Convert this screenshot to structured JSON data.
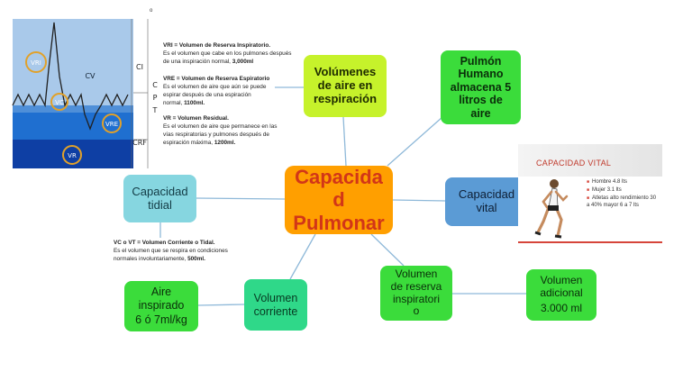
{
  "central": [
    "Capacida",
    "d",
    "Pulmonar"
  ],
  "nodes": {
    "volumenes": [
      "Volúmenes",
      "de aire en",
      "respiración"
    ],
    "pulmon": [
      "Pulmón",
      "Humano",
      "almacena 5",
      "litros de",
      "aire"
    ],
    "vital": [
      "Capacidad",
      "vital"
    ],
    "tidal": [
      "Capacidad",
      "tidial"
    ],
    "reserva": [
      "Volumen",
      "de reserva",
      "inspiratori",
      "o"
    ],
    "adicional": [
      "Volumen",
      "adicional",
      "3.000 ml"
    ],
    "corriente": [
      "Volumen",
      "corriente"
    ],
    "aire": [
      "Aire",
      "inspirado",
      "6 ó 7ml/kg"
    ]
  },
  "notes": {
    "vri": {
      "title": "VRI = Volumen de Reserva Inspiratorio.",
      "body": "Es el volumen que cabe en los pulmones después de una inspiración normal,",
      "value": "3,000ml"
    },
    "vre": {
      "title": "VRE = Volumen de Reserva Espiratorio",
      "body": "Es el volumen de aire que aún se puede espirar después de una espiración normal,",
      "value": "1100ml."
    },
    "vr": {
      "title": "VR = Volumen Residual.",
      "body": "Es el volumen de aire que permanece en las vías respiratorias y pulmones después de espiración máxima,",
      "value": "1200ml."
    },
    "vc": {
      "title": "VC o VT = Volumen Corriente o Tidal.",
      "body": "Es el volumen que se respira en condiciones normales involuntariamente,",
      "value": "500ml."
    }
  },
  "spirogram": {
    "labels": [
      "VRI",
      "VC",
      "VRE",
      "VR",
      "CV",
      "CI",
      "C",
      "P",
      "T",
      "CRF"
    ],
    "corner_mark": "o"
  },
  "capacidad_vital_image": {
    "title": "CAPACIDAD VITAL",
    "items": [
      "Hombre 4.8 lts",
      "Mujer 3.1 lts",
      "Atletas alto rendimiento 30 a 40% mayor 6 a 7 lts"
    ]
  },
  "colors": {
    "central": "#ff9f00",
    "central_text": "#d23618",
    "lime": "#c6f22b",
    "green": "#3bdc3b",
    "mint": "#2fd889",
    "teal": "#86d6e0",
    "blue": "#5b9bd5",
    "connector": "#8fb9d9"
  }
}
